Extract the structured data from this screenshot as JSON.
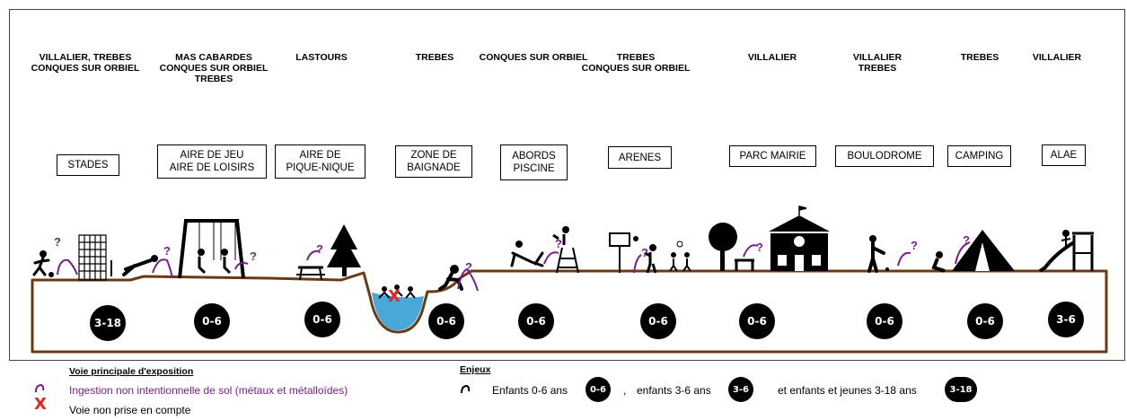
{
  "towns": [
    "VILLALIER, TREBES\nCONQUES SUR ORBIEL",
    "MAS CABARDES\nCONQUES SUR ORBIEL\nTREBES",
    "LASTOURS",
    "TREBES",
    "CONQUES SUR ORBIEL",
    "TREBES\nCONQUES SUR ORBIEL",
    "VILLALIER",
    "VILLALIER\nTREBES",
    "TREBES",
    "VILLALIER"
  ],
  "places": [
    "STADES",
    "AIRE DE JEU\nAIRE DE LOISIRS",
    "AIRE DE\nPIQUE-NIQUE",
    "ZONE DE\nBAIGNADE",
    "ABORDS\nPISCINE",
    "ARENES",
    "PARC MAIRIE",
    "BOULODROME",
    "CAMPING",
    "ALAE"
  ],
  "badges": [
    "3-18",
    "0-6",
    "0-6",
    "0-6",
    "0-6",
    "0-6",
    "0-6",
    "0-6",
    "0-6",
    "3-6"
  ],
  "legend": {
    "left_title": "Voie principale d'exposition",
    "ingestion": "Ingestion non intentionnelle de sol (métaux et métalloïdes)",
    "excluded_mark": "X",
    "excluded": "Voie non prise en compte",
    "right_title": "Enjeux",
    "kids_0_6": "Enfants 0-6 ans",
    "badge_0_6": "0-6",
    "sep": ",",
    "kids_3_6": "enfants 3-6 ans",
    "badge_3_6": "3-6",
    "kids_3_18": "et enfants et jeunes 3-18 ans",
    "badge_3_18": "3-18"
  },
  "question_mark": "?",
  "colors": {
    "purple": "#7a1f8a",
    "brown": "#6b3a12",
    "water": "#4aa8d8",
    "red": "#e0281f"
  }
}
